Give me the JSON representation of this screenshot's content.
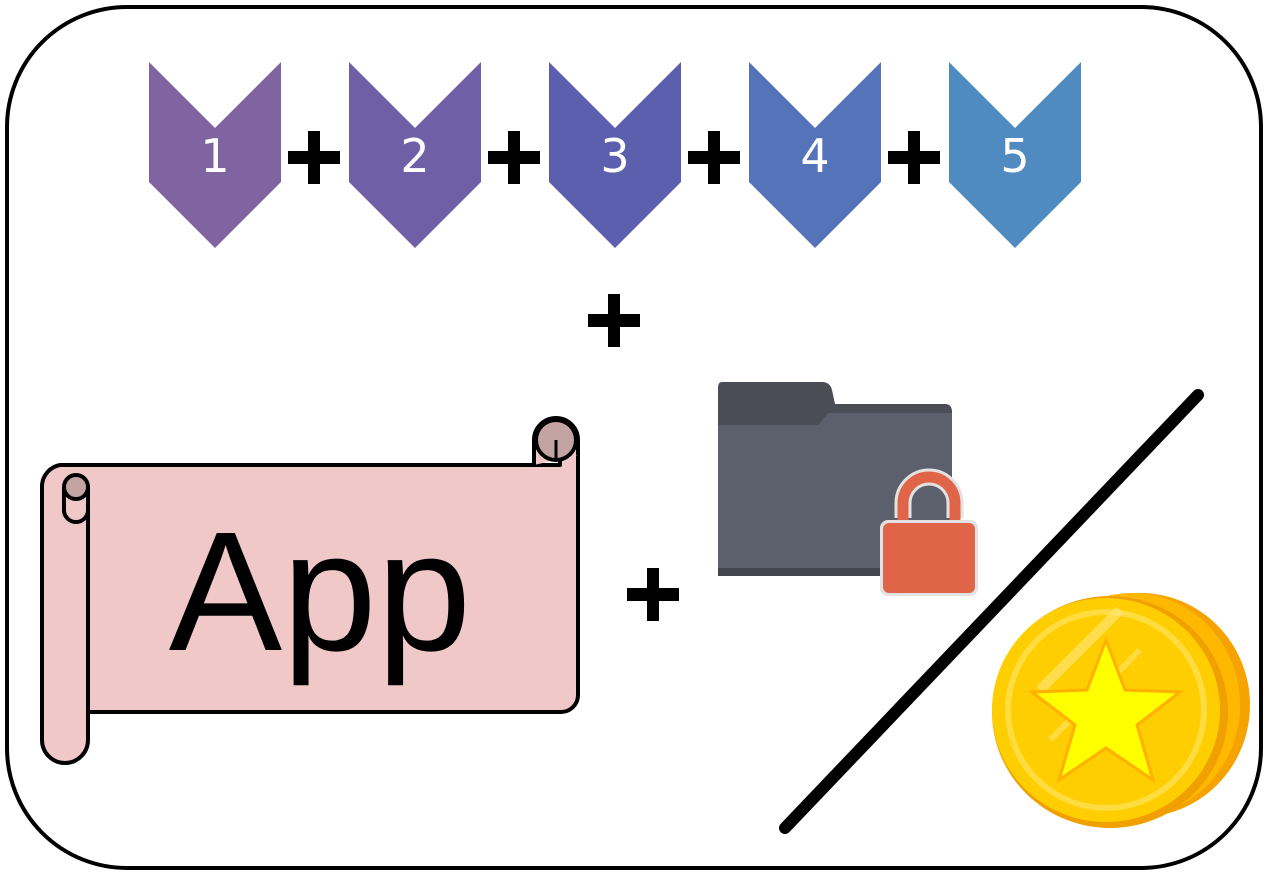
{
  "steps": [
    {
      "label": "1",
      "color": "#8064a2"
    },
    {
      "label": "2",
      "color": "#6f5fa6"
    },
    {
      "label": "3",
      "color": "#5b5fad"
    },
    {
      "label": "4",
      "color": "#5573b9"
    },
    {
      "label": "5",
      "color": "#4f8bc0"
    }
  ],
  "scroll": {
    "label": "App",
    "fill": "#f0c8c8",
    "curl_fill": "#c4a3a3"
  },
  "folder": {
    "icon": "folder-lock-icon",
    "body_color": "#5a5d6a",
    "lock_color": "#e06448"
  },
  "coin": {
    "icon": "star-coin-icon",
    "coin_color": "#ffce00",
    "star_color": "#ffff00"
  },
  "operators": {
    "plus": "+"
  },
  "divider": {
    "icon": "slash-divider"
  }
}
